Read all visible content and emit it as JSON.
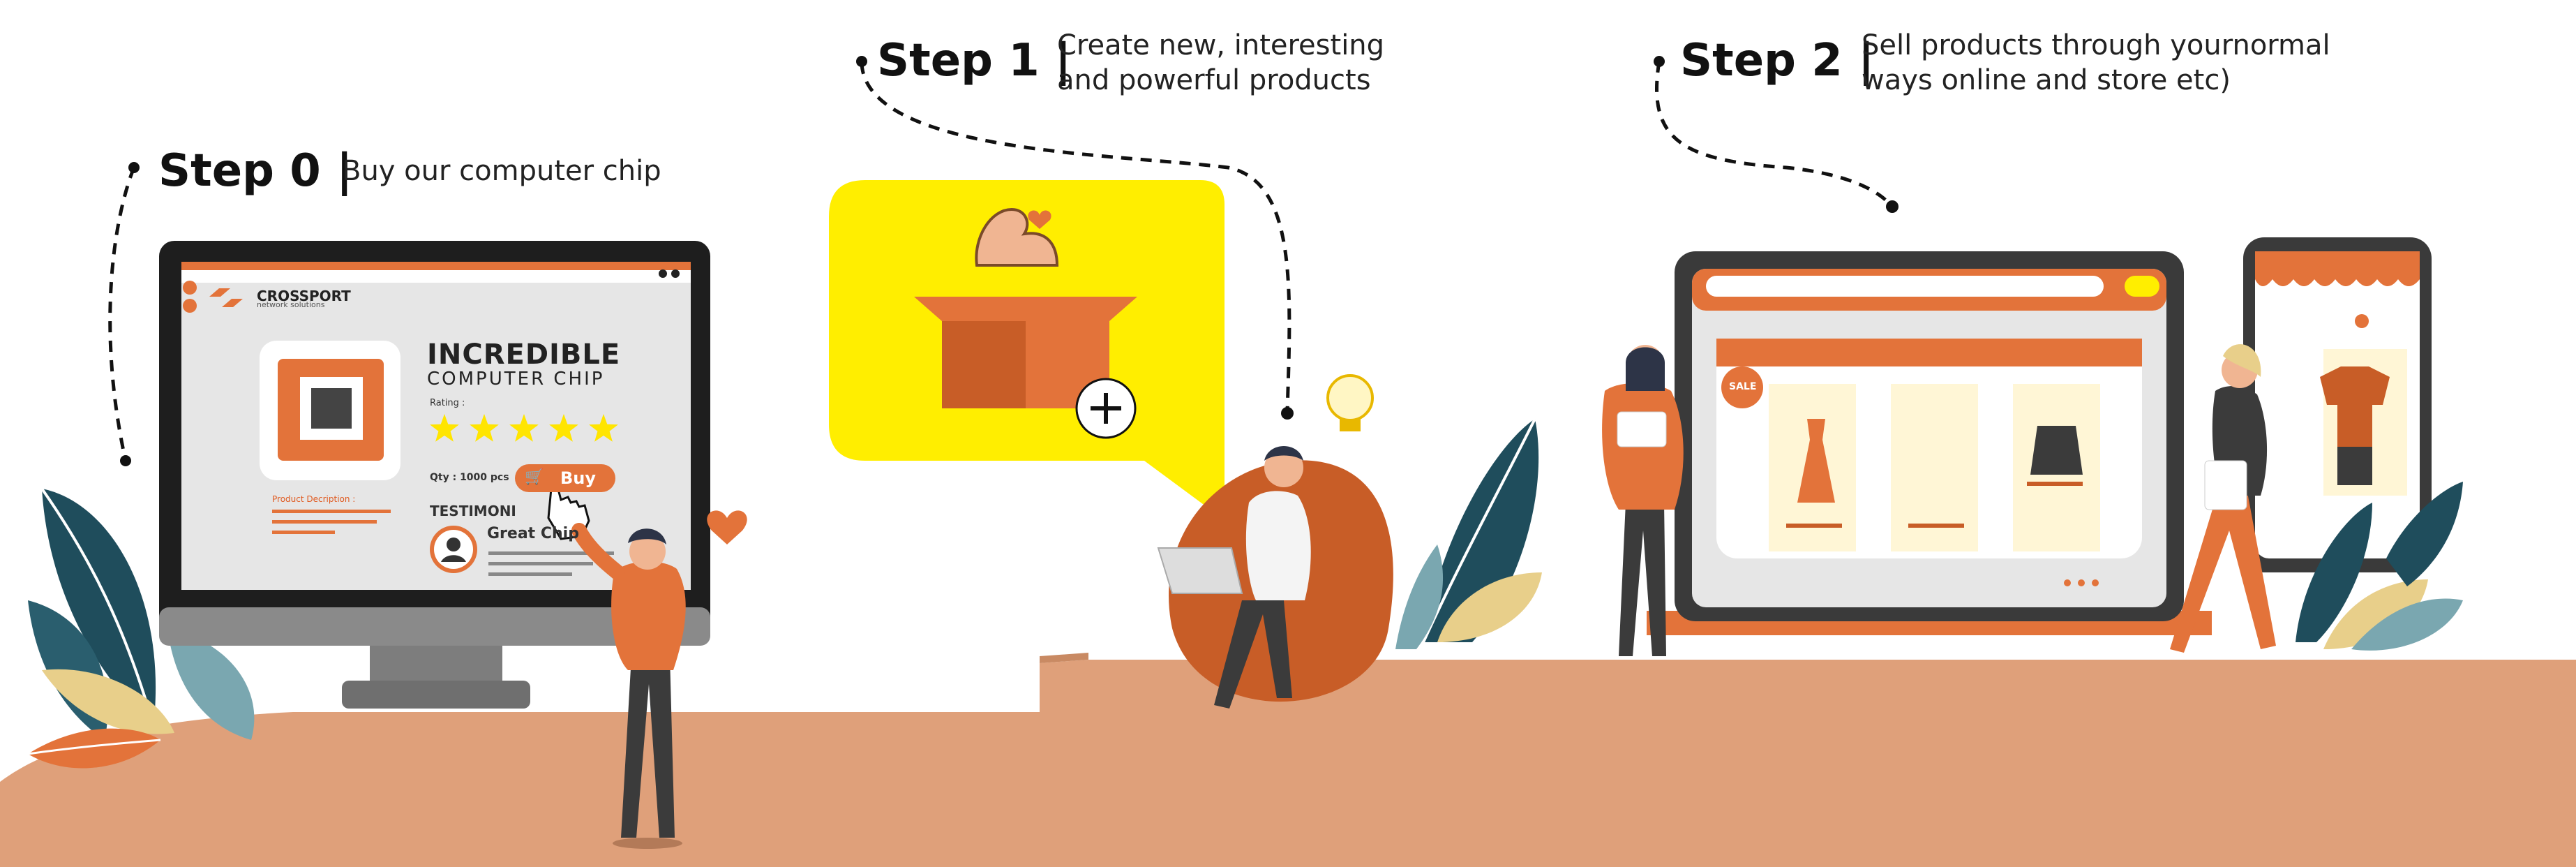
{
  "steps": [
    {
      "label": "Step 0 |",
      "description": "Buy our computer chip"
    },
    {
      "label": "Step 1 |",
      "description": "Create new, interesting and powerful products"
    },
    {
      "label": "Step 2 |",
      "description": "Sell products through yournormal ways online and store etc)"
    }
  ],
  "monitor": {
    "brand_name": "CROSSPORT",
    "brand_tagline": "network solutions",
    "product_title": "INCREDIBLE",
    "product_subtitle": "COMPUTER CHIP",
    "rating_label": "Rating :",
    "rating_value": 5,
    "rating_max": 5,
    "qty_label": "Qty : 1000 pcs",
    "buy_label": "Buy",
    "description_label": "Product Decription :",
    "testimonial_heading": "TESTIMONI",
    "testimonial_text": "Great Chip"
  },
  "shop": {
    "sale_badge": "SALE"
  },
  "colors": {
    "accent": "#e3733a",
    "accent_dark": "#c85d27",
    "ground": "#dfa07a",
    "bubble": "#ffee00",
    "leaf_dark": "#1f4d5c",
    "leaf_light": "#e8cf8a",
    "screen_bg": "#e6e6e6"
  }
}
